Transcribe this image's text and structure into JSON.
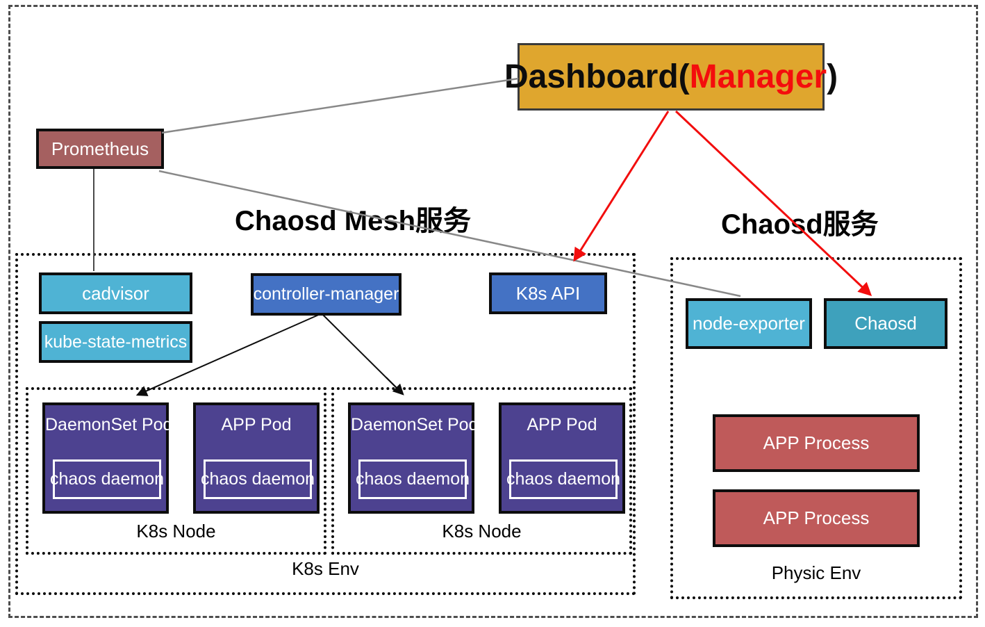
{
  "dashboard": {
    "prefix": "Dashboard(",
    "highlight": "Manager",
    "suffix": ")"
  },
  "prometheus": {
    "label": "Prometheus"
  },
  "mesh": {
    "title": "Chaosd Mesh服务",
    "cadvisor": "cadvisor",
    "kube_state_metrics": "kube-state-metrics",
    "controller_manager": "controller-manager",
    "k8s_api": "K8s API",
    "env_label": "K8s Env",
    "nodes": [
      {
        "label": "K8s Node",
        "pods": [
          {
            "title": "DaemonSet Pod",
            "container": "chaos daemon"
          },
          {
            "title": "APP Pod",
            "container": "chaos daemon"
          }
        ]
      },
      {
        "label": "K8s Node",
        "pods": [
          {
            "title": "DaemonSet Pod",
            "container": "chaos daemon"
          },
          {
            "title": "APP Pod",
            "container": "chaos daemon"
          }
        ]
      }
    ]
  },
  "physical": {
    "title": "Chaosd服务",
    "node_exporter": "node-exporter",
    "chaosd": "Chaosd",
    "processes": [
      {
        "label": "APP Process"
      },
      {
        "label": "APP Process"
      }
    ],
    "env_label": "Physic Env"
  },
  "colors": {
    "dashboard_bg": "#dfa62e",
    "dashboard_highlight": "#f40d0d",
    "prometheus_bg": "#a56060",
    "metrics_bg": "#4fb3d4",
    "k8s_blue_bg": "#4472c4",
    "pod_purple_bg": "#4d4290",
    "chaosd_teal_bg": "#3ea1bc",
    "process_red_bg": "#bf5a5a",
    "arrow_red": "#f20d0d",
    "line_gray": "#888888",
    "line_black": "#0d0d0d"
  }
}
